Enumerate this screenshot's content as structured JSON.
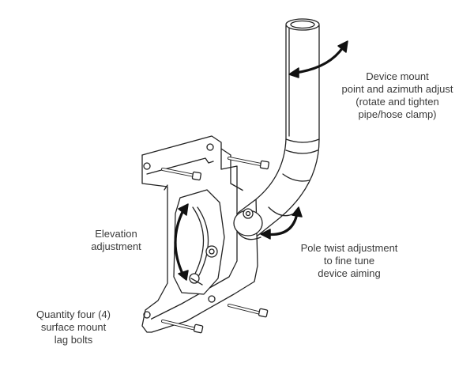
{
  "captions": {
    "mount": [
      "Device mount",
      "point and azimuth adjust",
      "(rotate and tighten",
      "pipe/hose clamp)"
    ],
    "elevation": [
      "Elevation",
      "adjustment"
    ],
    "twist": [
      "Pole twist adjustment",
      "to fine tune",
      "device aiming"
    ],
    "bolts": [
      "Quantity four (4)",
      "surface mount",
      "lag bolts"
    ]
  },
  "colors": {
    "line": "#222222",
    "fill": "#ffffff",
    "arrow": "#111111",
    "text": "#3a3a3a"
  }
}
